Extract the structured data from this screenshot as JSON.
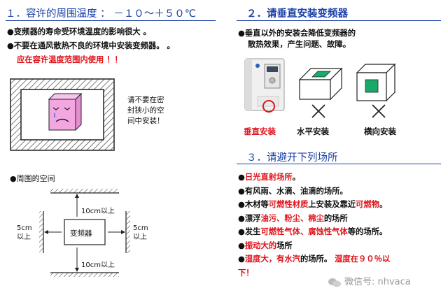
{
  "left": {
    "heading": "１．容许的周围温度 ： －１０～＋５０℃",
    "bullet_1": "●变频器的寿命受环境温度的影响很大 。",
    "bullet_2": "●不要在通风散热不良的环境中安装变频器。  。",
    "warning": "应在容许温度范围内使用 ！！",
    "enclosure_note": [
      "请不要在密",
      "封狭小的空",
      "间中安装！"
    ],
    "space_title": "●周围的空间",
    "clearance_top": "10cm以上",
    "clearance_bottom": "10cm以上",
    "clearance_left": [
      "5cm",
      "以上"
    ],
    "clearance_right": [
      "5cm",
      "以上"
    ],
    "inverter_label": "变频器"
  },
  "right": {
    "heading2": "２．请垂直安装变频器",
    "note": [
      "●垂直以外的安装会降低变频器的",
      "散热效果，产生问题、故障。"
    ],
    "caption_vertical": "垂直安装",
    "caption_horizontal": "水平安装",
    "caption_sideways": "横向安装",
    "heading3": "３．请避开下列场所",
    "items": [
      [
        {
          "t": "●"
        },
        {
          "t": "日光直射场所",
          "r": true
        },
        {
          "t": "。"
        }
      ],
      [
        {
          "t": "●有风雨、水滴、油滴的场所。"
        }
      ],
      [
        {
          "t": "●木材等"
        },
        {
          "t": "可燃性材质",
          "r": true
        },
        {
          "t": "上安装及靠近"
        },
        {
          "t": "可燃物",
          "r": true
        },
        {
          "t": "。"
        }
      ],
      [
        {
          "t": "●漂浮"
        },
        {
          "t": "油污、粉尘、棉尘",
          "r": true
        },
        {
          "t": "的场所"
        }
      ],
      [
        {
          "t": "●发生"
        },
        {
          "t": "可燃性气体、腐蚀性气体",
          "r": true
        },
        {
          "t": "等的场所。"
        }
      ],
      [
        {
          "t": "●"
        },
        {
          "t": "振动大的",
          "r": true
        },
        {
          "t": "场所"
        }
      ],
      [
        {
          "t": "●"
        },
        {
          "t": "湿度大，有水汽",
          "r": true
        },
        {
          "t": "的场所。 "
        },
        {
          "t": "湿度在９０％以",
          "r": true
        }
      ],
      [
        {
          "t": "下！",
          "r": true
        }
      ]
    ]
  },
  "watermark": "微信号: nhvaca",
  "colors": {
    "heading": "#1a3fa6",
    "warning": "#e0121a",
    "box_face": "#f4a6e0",
    "panel": "#19a96b"
  }
}
